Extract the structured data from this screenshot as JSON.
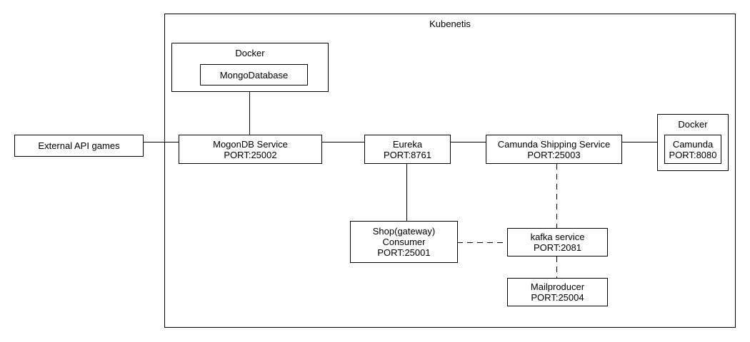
{
  "kubernetes": {
    "label": "Kubenetis"
  },
  "docker_mongo": {
    "label": "Docker",
    "db": {
      "name": "MongoDatabase"
    }
  },
  "external_api": {
    "name": "External API games"
  },
  "mongo_service": {
    "name": "MogonDB Service",
    "port": "PORT:25002"
  },
  "eureka": {
    "name": "Eureka",
    "port": "PORT:8761"
  },
  "camunda_shipping": {
    "name": "Camunda Shipping Service",
    "port": "PORT:25003"
  },
  "docker_camunda": {
    "label": "Docker",
    "camunda": {
      "name": "Camunda",
      "port": "PORT:8080"
    }
  },
  "shop_gateway": {
    "name": "Shop(gateway)",
    "role": "Consumer",
    "port": "PORT:25001"
  },
  "kafka": {
    "name": "kafka service",
    "port": "PORT:2081"
  },
  "mailproducer": {
    "name": "Mailproducer",
    "port": "PORT:25004"
  },
  "connections": [
    {
      "from": "External API games",
      "to": "MogonDB Service",
      "style": "solid"
    },
    {
      "from": "MongoDatabase",
      "to": "MogonDB Service",
      "style": "solid"
    },
    {
      "from": "MogonDB Service",
      "to": "Eureka",
      "style": "solid"
    },
    {
      "from": "Eureka",
      "to": "Camunda Shipping Service",
      "style": "solid"
    },
    {
      "from": "Camunda Shipping Service",
      "to": "Camunda",
      "style": "solid"
    },
    {
      "from": "Eureka",
      "to": "Shop(gateway)",
      "style": "solid"
    },
    {
      "from": "Camunda Shipping Service",
      "to": "kafka service",
      "style": "dashed"
    },
    {
      "from": "Shop(gateway)",
      "to": "kafka service",
      "style": "dashed"
    },
    {
      "from": "kafka service",
      "to": "Mailproducer",
      "style": "dashed"
    }
  ]
}
